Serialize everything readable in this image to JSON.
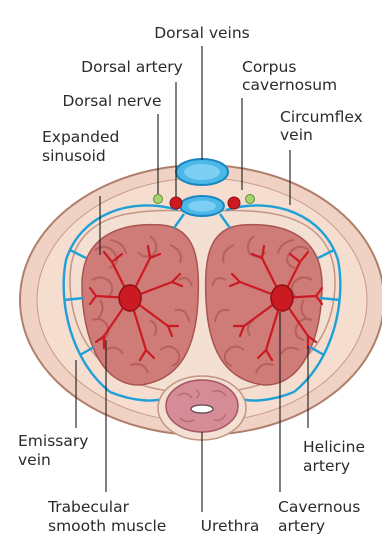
{
  "labels": {
    "dorsal_veins": "Dorsal veins",
    "dorsal_artery": "Dorsal artery",
    "corpus_cavernosum_line1": "Corpus",
    "corpus_cavernosum_line2": "cavernosum",
    "dorsal_nerve": "Dorsal nerve",
    "circumflex_vein_line1": "Circumflex",
    "circumflex_vein_line2": "vein",
    "expanded_sinusoid_line1": "Expanded",
    "expanded_sinusoid_line2": "sinusoid",
    "emissary_vein_line1": "Emissary",
    "emissary_vein_line2": "vein",
    "helicine_artery_line1": "Helicine",
    "helicine_artery_line2": "artery",
    "trabecular_line1": "Trabecular",
    "trabecular_line2": "smooth muscle",
    "urethra": "Urethra",
    "cavernous_artery_line1": "Cavernous",
    "cavernous_artery_line2": "artery"
  },
  "colors": {
    "outer_skin": "#f0d2c4",
    "outer_outline": "#b07f6c",
    "tunica": "#f6e3d6",
    "corpus_fill": "#cf7b77",
    "sinusoid": "#b45c59",
    "artery_red": "#cc1a22",
    "vein_blue": "#1fa0d6",
    "urethra_fill": "#d58c96",
    "nerve_green": "#8cc65a"
  }
}
